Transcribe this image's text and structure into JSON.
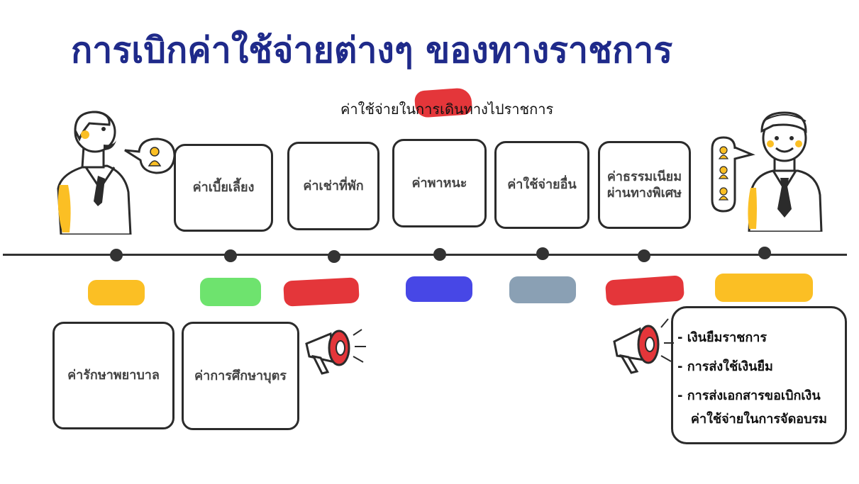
{
  "title": "การเบิกค่าใช้จ่ายต่างๆ ของทางราชการ",
  "subtitle": "ค่าใช้จ่ายในการเดินทางไปราชการ",
  "top_boxes": [
    "ค่าเบี้ยเลี้ยง",
    "ค่าเช่าที่พัก",
    "ค่าพาหนะ",
    "ค่าใช้จ่ายอื่น",
    "ค่าธรรมเนียมผ่านทางพิเศษ"
  ],
  "bottom_boxes": [
    "ค่ารักษาพยาบาล",
    "ค่าการศึกษาบุตร"
  ],
  "bullets": {
    "item1": "- เงินยืมราชการ",
    "item2": "- การส่งใช้เงินยืม",
    "item3a": "- การส่งเอกสารขอเบิกเงิน",
    "item3b": "ค่าใช้จ่ายในการจัดอบรม"
  },
  "colors": {
    "title": "#1f2a8a",
    "yellow": "#fbbf24",
    "green": "#6ee36e",
    "red": "#e4363a",
    "blue": "#4747e6",
    "gray": "#8aa0b4"
  },
  "icons": [
    "presenter-man-icon",
    "speech-bubble-icon",
    "megaphone-icon",
    "businessman-icon"
  ]
}
